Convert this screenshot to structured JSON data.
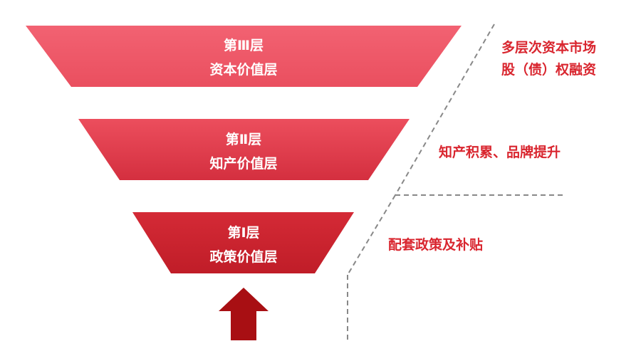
{
  "layers": [
    {
      "title": "第Ⅲ层",
      "subtitle": "资本价值层"
    },
    {
      "title": "第Ⅱ层",
      "subtitle": "知产价值层"
    },
    {
      "title": "第Ⅰ层",
      "subtitle": "政策价值层"
    }
  ],
  "annotations": {
    "top_line1": "多层次资本市场",
    "top_line2": "股（债）权融资",
    "middle": "知产积累、品牌提升",
    "bottom": "配套政策及补贴"
  },
  "colors": {
    "layer_top": "#ef5a6a",
    "layer_mid_light": "#ec4e5d",
    "layer_mid_dark": "#d42f3f",
    "layer_bottom": "#c8202c",
    "arrow": "#a80f13",
    "annotation_text": "#d9262f",
    "dash_line": "#888888"
  }
}
